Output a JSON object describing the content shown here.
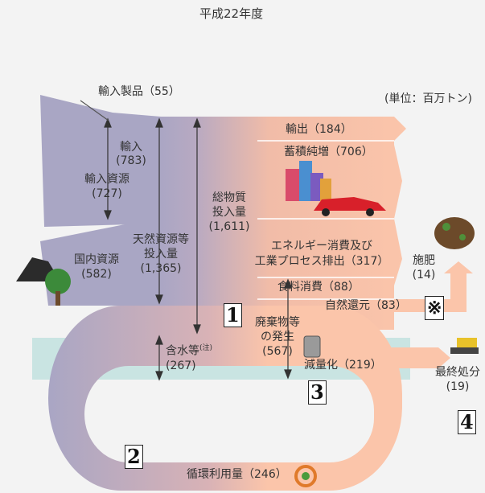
{
  "title": "平成22年度",
  "unit": "(単位：百万トン)",
  "labels": {
    "import_products": "輸入製品（55）",
    "import": "輸入",
    "import_val": "(783)",
    "import_resources": "輸入資源",
    "import_resources_val": "(727)",
    "domestic_resources": "国内資源",
    "domestic_resources_val": "(582)",
    "natural_resources_1": "天然資源等",
    "natural_resources_2": "投入量",
    "natural_resources_val": "(1,365)",
    "total_input_1": "総物質",
    "total_input_2": "投入量",
    "total_input_val": "(1,611)",
    "export": "輸出（184）",
    "stock": "蓄積純増（706）",
    "energy_1": "エネルギー消費及び",
    "energy_2": "工業プロセス排出（317）",
    "fertilizer": "施肥",
    "fertilizer_val": "(14)",
    "food": "食料消費（88）",
    "natural_return": "自然還元（83）",
    "waste_1": "廃棄物等",
    "waste_2": "の発生",
    "waste_val": "(567)",
    "water": "含水等",
    "water_note": "(注)",
    "water_val": "(267)",
    "reduction": "減量化（219）",
    "final_1": "最終処分",
    "final_val": "(19)",
    "recycle": "循環利用量（246）"
  },
  "markers": {
    "m1": "1",
    "m2": "2",
    "m3": "3",
    "m4": "4",
    "mx": "※"
  },
  "colors": {
    "purple": "#a9a6c4",
    "salmon": "#fbc5aa",
    "water": "#c9e4e2"
  }
}
